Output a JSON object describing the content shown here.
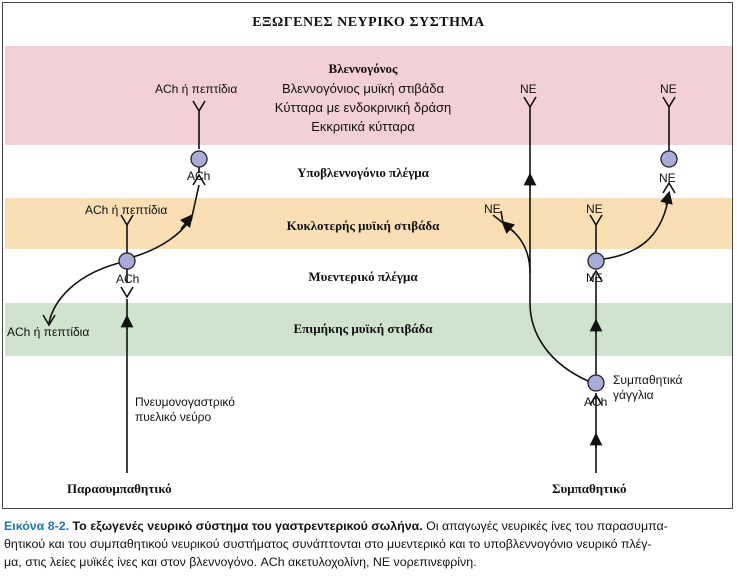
{
  "title": "ΕΞΩΓΕΝΕΣ ΝΕΥΡΙΚΟ ΣΥΣΤΗΜΑ",
  "layers": {
    "mucosa_title": "Βλεννογόνος",
    "mucosa_items": [
      "Βλεννογόνιος μυϊκή στιβάδα",
      "Κύτταρα με ενδοκρινική δράση",
      "Εκκριτικά κύτταρα"
    ],
    "submucosal_plexus": "Υποβλεννογόνιο πλέγμα",
    "circular_muscle": "Κυκλοτερής μυϊκή στιβάδα",
    "myenteric_plexus": "Μυεντερικό πλέγμα",
    "longitudinal_muscle": "Επιμήκης μυϊκή στιβάδα"
  },
  "labels": {
    "ach_peptides": "ACh ή πεπτίδια",
    "ach": "ACh",
    "ne": "NE",
    "vagus_pelvic": [
      "Πνευμονογαστρικό",
      "πυελικό νεύρο"
    ],
    "sympathetic_ganglia": [
      "Συμπαθητικά",
      "γάγγλια"
    ],
    "parasympathetic": "Παρασυμπαθητικό",
    "sympathetic": "Συμπαθητικό"
  },
  "caption": {
    "number": "Εικόνα 8-2.",
    "title": "Το εξωγενές νευρικό σύστημα του γαστρεντερικού σωλήνα.",
    "lines": [
      "Οι απαγωγές νευρικές ίνες του παρασυμπα-",
      "θητικού και του συμπαθητικού νευρικού συστήματος συνάπτονται στο μυεντερικό και το υποβλεννογόνιο νευρικό πλέγ-",
      "μα, στις λείες μυϊκές ίνες και στον βλεννογόνο. ACh ακετυλοχολίνη, NE νορεπινεφρίνη."
    ]
  },
  "colors": {
    "mucosa": "#f3d0d5",
    "circular_muscle": "#fbdfb4",
    "longitudinal_muscle": "#cfe3cf",
    "neuron": "#a9acd8",
    "caption_number": "#1f77b4"
  }
}
